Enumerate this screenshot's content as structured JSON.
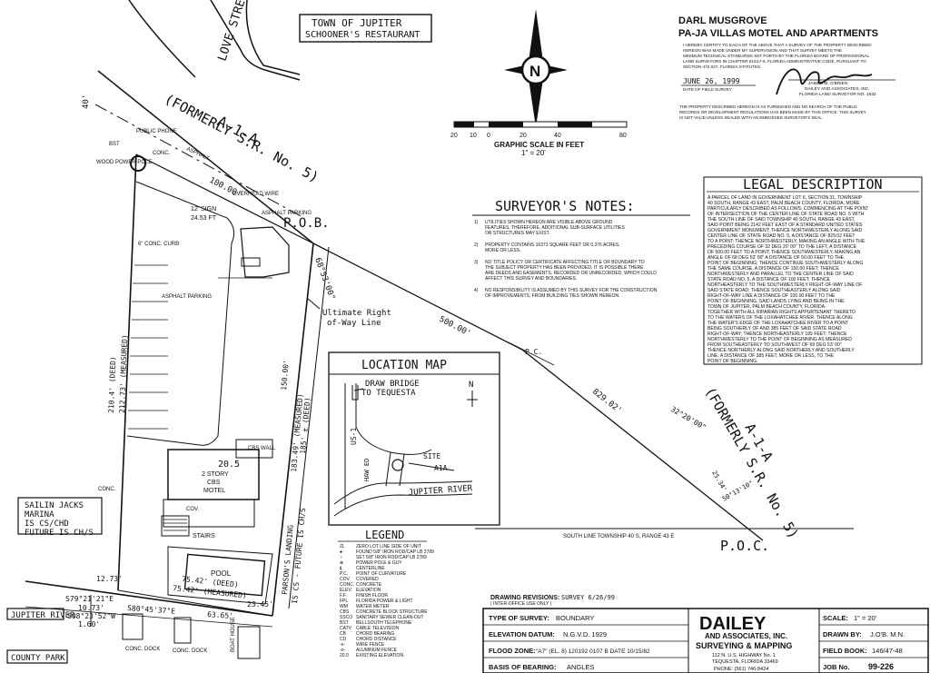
{
  "header": {
    "client": "DARL MUSGROVE",
    "project": "PA-JA VILLAS MOTEL AND APARTMENTS",
    "certification": [
      "I HEREBY CERTIFY TO EACH OF THE ABOVE THAT A SURVEY OF THE PROPERTY DESCRIBED",
      "HEREON WAS MADE UNDER MY SUPERVISION AND THAT SURVEY MEETS THE",
      "MINIMUM TECHNICAL STANDARDS SET FORTH BY THE FLORIDA BOARD OF PROFESSIONAL",
      "LAND SURVEYORS IN CHAPTER 61G17-6, FLORIDA ADMINISTRATIVE CODE, PURSUANT TO",
      "SECTION 472.027, FLORIDA STATUTES."
    ],
    "date_of_field_survey": "JUNE 26, 1999",
    "date_of_field_survey_caption": "DATE OF FIELD SURVEY",
    "surveyor_name": "JAMES M. O'BRIEN",
    "surveyor_firm": "DAILEY AND ASSOCIATES, INC.",
    "surveyor_license": "FLORIDA LAND SURVEYOR NO. 1632",
    "disclaimer": [
      "THE PROPERTY DESCRIBED HEREON IS AS FURNISHED AND NO SEARCH OF THE PUBLIC",
      "RECORDS OR DEVELOPMENT REGULATIONS HAS BEEN MADE BY THIS OFFICE. THIS SURVEY",
      "IS NOT VALID UNLESS SEALED WITH AN EMBOSSED SURVEYOR'S SEAL."
    ]
  },
  "north_arrow": {
    "letter": "N"
  },
  "scale_bar": {
    "ticks": [
      "20",
      "10",
      "0",
      "20",
      "40",
      "80"
    ],
    "caption": "GRAPHIC SCALE IN FEET",
    "ratio": "1\" = 20'"
  },
  "town_box": [
    "TOWN OF JUPITER",
    "SCHOONER'S RESTAURANT"
  ],
  "streets": {
    "love_street": "LOVE STREET",
    "a1a_top": "A-1-A",
    "formerly_top": "(FORMERLY S.R. No. 5)",
    "a1a_lower": "A-1-A",
    "formerly_lower": "(FORMERLY S.R. No. 5)"
  },
  "survey_notes": {
    "title": "SURVEYOR'S NOTES:",
    "items": [
      [
        "1)",
        "UTILITIES SHOWN HEREON ARE VISIBLE ABOVE GROUND",
        "FEATURES, THEREFORE, ADDITIONAL SUB-SURFACE UTILITIES",
        "OR STRUCTURES MAY EXIST."
      ],
      [
        "2)",
        "PROPERTY CONTAINS 16373 SQUARE FEET OR 0.376 ACRES,",
        "MORE OR LESS."
      ],
      [
        "3)",
        "NO TITLE POLICY OR CERTIFICATE AFFECTING TITLE OR BOUNDARY TO",
        "THE SUBJECT PROPERTY HAS BEEN PROVIDED. IT IS POSSIBLE THERE",
        "ARE DEEDS AND EASEMENTS, RECORDED OR UNRECORDED, WHICH COULD",
        "AFFECT THIS SURVEY AND BOUNDARIES."
      ],
      [
        "4)",
        "NO RESPONSIBILITY IS ASSUMED BY THIS SURVEY FOR THE CONSTRUCTION",
        "OF IMPROVEMENTS, FROM BUILDING TIES SHOWN HEREON."
      ]
    ]
  },
  "legal_description": {
    "title": "LEGAL DESCRIPTION",
    "lines": [
      "A PARCEL OF LAND IN GOVERNMENT LOT 6, SECTION 31, TOWNSHIP",
      "40 SOUTH, RANGE 43 EAST, PALM BEACH COUNTY, FLORIDA, MORE",
      "PARTICULARLY DESCRIBED AS FOLLOWS: COMMENCING AT THE POINT",
      "OF INTERSECTION OF THE CENTER LINE OF STATE ROAD NO. 5 WITH",
      "THE SOUTH LINE OF SAID TOWNSHIP 40 SOUTH, RANGE 43 EAST,",
      "SAID POINT BEING 2142 FEET EAST OF A STANDARD UNITED STATES",
      "GOVERNMENT MONUMENT; THENCE NORTHWESTERLY ALONG SAID",
      "CENTER LINE OF STATE ROAD NO. 5, A DISTANCE OF 829.02 FEET",
      "TO A POINT; THENCE NORTHWESTERLY, MAKING AN ANGLE WITH THE",
      "PRECEDING COURSE OF 32 DEG 20' 00\" TO THE LEFT, A DISTANCE",
      "OF 500.00 FEET TO A POINT; THENCE SOUTHWESTERLY, MAKING AN",
      "ANGLE OF 68 DEG 53' 00\" A DISTANCE OF 50.00 FEET TO THE",
      "POINT OF BEGINNING; THENCE CONTINUE SOUTHWESTERLY ALONG",
      "THE SAME COURSE, A DISTANCE OF 150.00 FEET; THENCE",
      "NORTHWESTERLY AND PARALLEL TO THE CENTER LINE OF SAID",
      "STATE ROAD NO. 5, A DISTANCE OF 100 FEET; THENCE",
      "NORTHEASTERLY TO THE SOUTHWESTERLY RIGHT-OF-WAY LINE OF",
      "SAID STATE ROAD; THENCE SOUTHEASTERLY ALONG SAID",
      "RIGHT-OF-WAY LINE A DISTANCE OF 100.00 FEET TO THE",
      "POINT OF BEGINNING. SAID LANDS LYING AND BEING IN THE",
      "TOWN OF JUPITER, PALM BEACH COUNTY, FLORIDA.",
      "TOGETHER WITH ALL RIPARIAN RIGHTS APPURTENANT THERETO",
      "TO THE WATERS OF THE LOXAHATCHEE RIVER. THENCE ALONG",
      "THE WATER'S EDGE OF THE LOXAHATCHEE RIVER TO A POINT",
      "BEING SOUTHERLY OF AND 385 FEET OF SAID STATE ROAD",
      "RIGHT-OF-WAY; THENCE NORTHEASTERLY 185 FEET; THENCE",
      "NORTHWESTERLY TO THE POINT OF BEGINNING AS MEASURED",
      "FROM SOUTHEASTERLY TO SOUTHWEST OF 69 DEG 53' 00\"",
      "THENCE NORTHERLY ALONG SAID NORTHERLY AND SOUTHERLY",
      "LINE, A DISTANCE OF 385 FEET, MORE OR LESS, TO THE",
      "POINT OF BEGINNING."
    ]
  },
  "location_map": {
    "title": "LOCATION MAP",
    "draw_bridge": [
      "DRAW BRIDGE",
      "TO TEQUESTA"
    ],
    "north": "N",
    "us1": "US-1",
    "haw": "HAW ED",
    "site": "SITE",
    "a1a": "A1A",
    "river": "JUPITER RIVER"
  },
  "legend": {
    "title": "LEGEND",
    "items": [
      [
        "ZL",
        "ZERO LOT LINE SIDE OF UNIT"
      ],
      [
        "●",
        "FOUND 5/8\" IRON ROD/CAP LB 2789"
      ],
      [
        "○",
        "SET 5/8\" IRON ROD/CAP LB 2789"
      ],
      [
        "⊗",
        "POWER POLE & GUY"
      ],
      [
        "℄",
        "CENTERLINE"
      ],
      [
        "P.C.",
        "POINT OF CURVATURE"
      ],
      [
        "COV.",
        "COVERED"
      ],
      [
        "CONC.",
        "CONCRETE"
      ],
      [
        "ELEV.",
        "ELEVATION"
      ],
      [
        "F.F.",
        "FINISH FLOOR"
      ],
      [
        "FPL",
        "FLORIDA POWER & LIGHT"
      ],
      [
        "WM",
        "WATER METER"
      ],
      [
        "CBS",
        "CONCRETE BLOCK STRUCTURE"
      ],
      [
        "SSCO",
        "SANITARY SEWER CLEAN-OUT"
      ],
      [
        "BST",
        "BELLSOUTH TELEPHONE"
      ],
      [
        "CATV",
        "CABLE TELEVISION"
      ],
      [
        "CB",
        "CHORD BEARING"
      ],
      [
        "CD",
        "CHORD DISTANCE"
      ],
      [
        "-x-",
        "WIRE FENCE"
      ],
      [
        "-o-",
        "ALUMINUM FENCE"
      ],
      [
        "20.0",
        "EXISTING ELEVATION"
      ]
    ]
  },
  "sailin_box": [
    "SAILIN JACKS",
    "MARINA",
    "IS CS/CHD",
    "FUTURE IS CH/S"
  ],
  "parcel_labels": {
    "pob": "P.O.B.",
    "poc": "P.O.C.",
    "pc": "P.C.",
    "ultimate_row": [
      "Ultimate Right",
      "of-Way Line"
    ],
    "south_line": "SOUTH LINE TOWNSHIP 40 S, RANGE 43 E",
    "dim_100": "100.00'",
    "dim_500": "500.00'",
    "dim_829": "829.02'",
    "angle_68": "68°53'00\"",
    "angle_32": "32°20'00\"",
    "angle_50": "50°13'10\"",
    "dim_left_deed": "210.4' (DEED)",
    "dim_left_meas": "212.73' (MEASURED)",
    "dim_right_150": "150.00'",
    "dim_right_deed": "183.49' (MEASURED)",
    "dim_right_185": "185' ± (DEED)",
    "overhead_wire": "OVERHEAD WIRE",
    "sign": "12' SIGN",
    "sign_elev": "24.53 FT",
    "conc_curb": "6\" CONC. CURB",
    "asphalt_parking_1": "ASPHALT PARKING",
    "asphalt_parking_2": "ASPHALT PARKING",
    "asphalt": "ASPHALT",
    "public_phone": "PUBLIC PHONE",
    "wood_power_pole": "WOOD POWER POLE",
    "bst": "BST",
    "conc": "CONC.",
    "cbs_wall": "CBS WALL",
    "motel": [
      "2 STORY",
      "CBS",
      "MOTEL"
    ],
    "motel_elev": "20.5",
    "cov": "COV.",
    "stairs": "STAIRS",
    "pool": "POOL",
    "deed_75": "75.42' (DEED)",
    "meas_75": "75.42' (MEASURED)",
    "dim_12": "12.73'",
    "dim_23": "23.45'",
    "dim_63": "63.65'",
    "bearing_1": "S79°21'21\"E",
    "bearing_2": "S08°23'52\"W",
    "bearing_3": "S80°45'37\"E",
    "dim_10": "10.73'",
    "dim_1_60": "1.60'",
    "conc_dock_1": "CONC. DOCK",
    "conc_dock_2": "CONC. DOCK",
    "boat_house": "BOAT HOUSE",
    "jupiter_river": "JUPITER RIVER",
    "county_park": "COUNTY PARK",
    "parsons_landing": [
      "PARSON'S LANDING",
      "IS CS - FUTURE IS CH/S"
    ],
    "dim_25": "25.34'"
  },
  "revisions": {
    "label": "DRAWING REVISIONS:",
    "value": "SURVEY 6/26/99",
    "note": "( INTER-OFFICE USE ONLY )"
  },
  "title_block": {
    "type_label": "TYPE OF SURVEY:",
    "type_value": "BOUNDARY",
    "elevation_label": "ELEVATION DATUM:",
    "elevation_value": "N.G.V.D. 1929",
    "flood_label": "FLOOD ZONE:",
    "flood_value": "\"A7\" (EL. 8) 120192 0107 B DATE 10/15/82",
    "basis_label": "BASIS OF BEARING:",
    "basis_value": "ANGLES",
    "firm_name": "DAILEY",
    "firm_sub": "AND ASSOCIATES, INC.",
    "firm_service": "SURVEYING & MAPPING",
    "firm_address": "112 N. U.S. HIGHWAY No. 1",
    "firm_city": "TEQUESTA, FLORIDA 33469",
    "firm_phone": "PHONE: (561) 746-8424",
    "scale_label": "SCALE:",
    "scale_value": "1\" = 20'",
    "drawn_label": "DRAWN BY:",
    "drawn_value": "J.O'B. M.N.",
    "field_label": "FIELD BOOK:",
    "field_value": "146/47-48",
    "job_label": "JOB No.",
    "job_value": "99-226"
  }
}
